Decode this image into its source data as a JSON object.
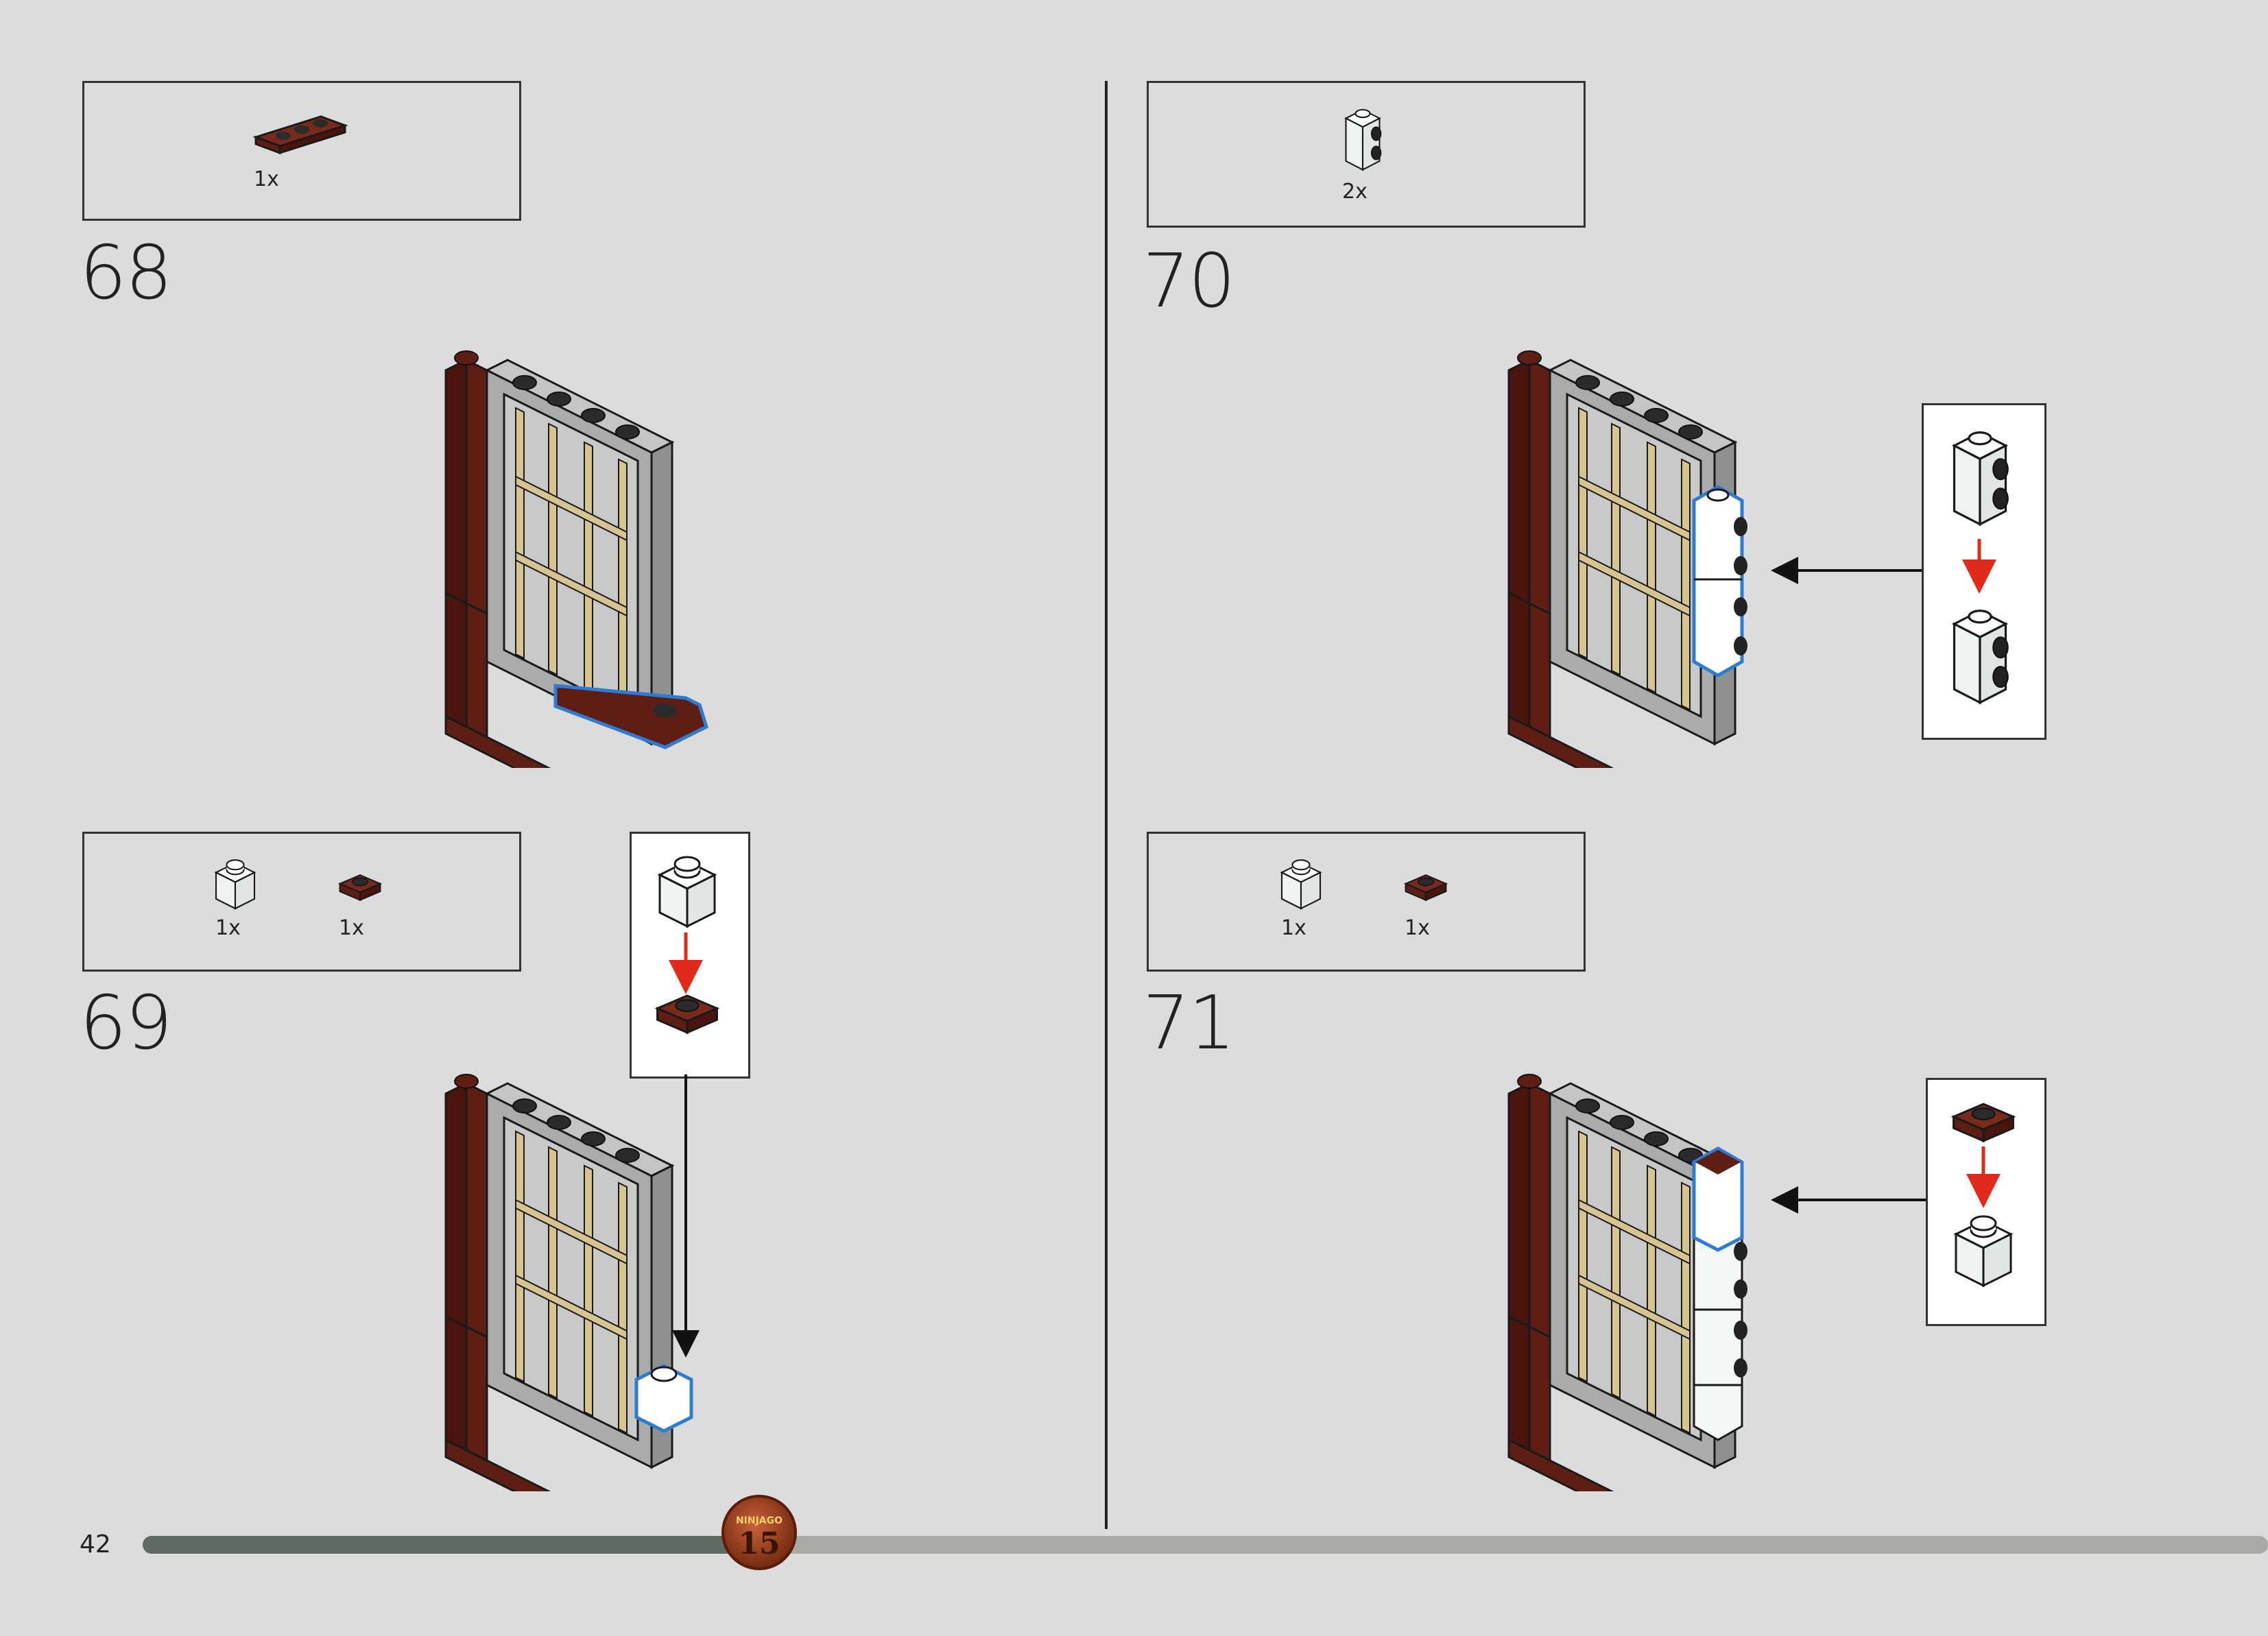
{
  "page": {
    "number": "42"
  },
  "progress": {
    "fraction": 0.3
  },
  "logo_badge": {
    "text": "NINJAGO",
    "number": "15"
  },
  "steps": [
    {
      "number": "68",
      "parts": [
        {
          "qty": "1x",
          "icon": "reddish-brown-plate-1x3"
        }
      ]
    },
    {
      "number": "69",
      "parts": [
        {
          "qty": "1x",
          "icon": "white-brick-1x1"
        },
        {
          "qty": "1x",
          "icon": "reddish-brown-plate-1x1"
        }
      ]
    },
    {
      "number": "70",
      "parts": [
        {
          "qty": "2x",
          "icon": "white-brick-1x1-side-studs"
        }
      ]
    },
    {
      "number": "71",
      "parts": [
        {
          "qty": "1x",
          "icon": "white-brick-1x1"
        },
        {
          "qty": "1x",
          "icon": "reddish-brown-plate-1x1"
        }
      ]
    }
  ],
  "colors": {
    "reddish_brown": "#5e1e13",
    "window_frame": "#a9acab",
    "window_bars": "#d8c48e",
    "white_brick": "#f2f6f4",
    "highlight_blue": "#2f7bd4",
    "arrow_red": "#e02a1b",
    "progress_fill": "#5e6b62",
    "progress_track": "#a7aaa5"
  }
}
